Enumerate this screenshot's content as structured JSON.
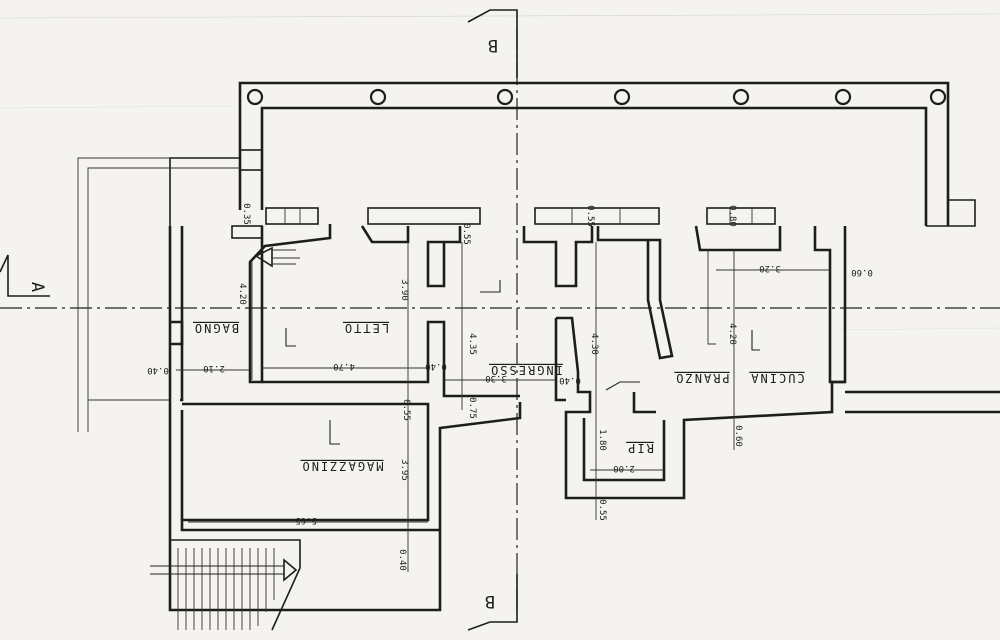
{
  "sections": {
    "a": "A",
    "b": "B"
  },
  "rooms": {
    "bagno": "BAGNO",
    "letto": "LETTO",
    "ingresso": "INGRESSO",
    "pranzo": "PRANZO",
    "cucina": "CUCINA",
    "rip": "RIP",
    "magazzino": "MAGAZZINO"
  },
  "dimensions": {
    "d_035": "0.35",
    "d_055_a": "0.55",
    "d_055_b": "0.55",
    "d_080": "0.80",
    "d_420_bagno": "4.20",
    "d_390": "3.90",
    "d_435": "4.35",
    "d_430": "4.30",
    "d_420_cucina": "4.20",
    "d_320": "3.20",
    "d_060_right": "0.60",
    "d_040_left": "0.40",
    "d_210": "2.10",
    "d_470": "4.70",
    "d_040_letto": "0.40",
    "d_330": "3.30",
    "d_040_ingr": "0.40",
    "d_055_mid": "0.55",
    "d_075": "0.75",
    "d_395": "3.95",
    "d_180": "1.80",
    "d_200": "2.00",
    "d_060_cucina": "0.60",
    "d_565": "5.65",
    "d_040_bottom": "0.40",
    "d_055_bottom": "0.55"
  }
}
